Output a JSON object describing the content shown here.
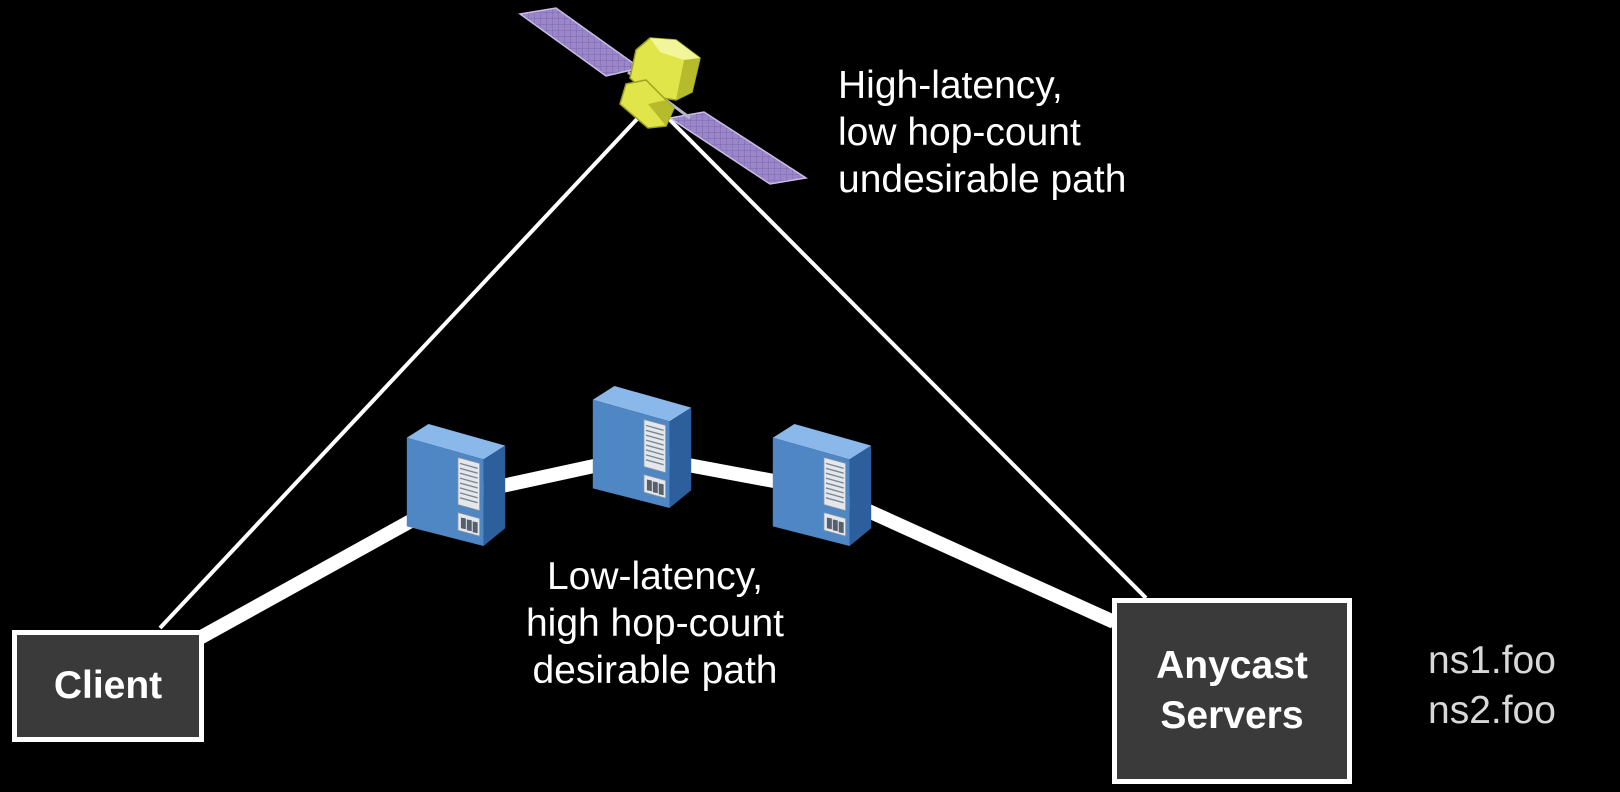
{
  "paths": {
    "satellite": {
      "lines": [
        "High-latency,",
        "low hop-count",
        "undesirable path"
      ]
    },
    "ground": {
      "lines": [
        "Low-latency,",
        "high hop-count",
        "desirable path"
      ]
    }
  },
  "nodes": {
    "client": {
      "label": "Client"
    },
    "anycast": {
      "lines": [
        "Anycast",
        "Servers"
      ]
    }
  },
  "name_servers": [
    "ns1.foo",
    "ns2.foo"
  ],
  "icons": {
    "satellite": "satellite-icon",
    "router": "server-rack-icon"
  },
  "colors": {
    "background": "#000000",
    "link": "#ffffff",
    "server_face": "#4f86c4",
    "satellite_body": "#e0e64a",
    "solar_panel": "#9a86c8",
    "node_fill": "#3a3a3a"
  }
}
